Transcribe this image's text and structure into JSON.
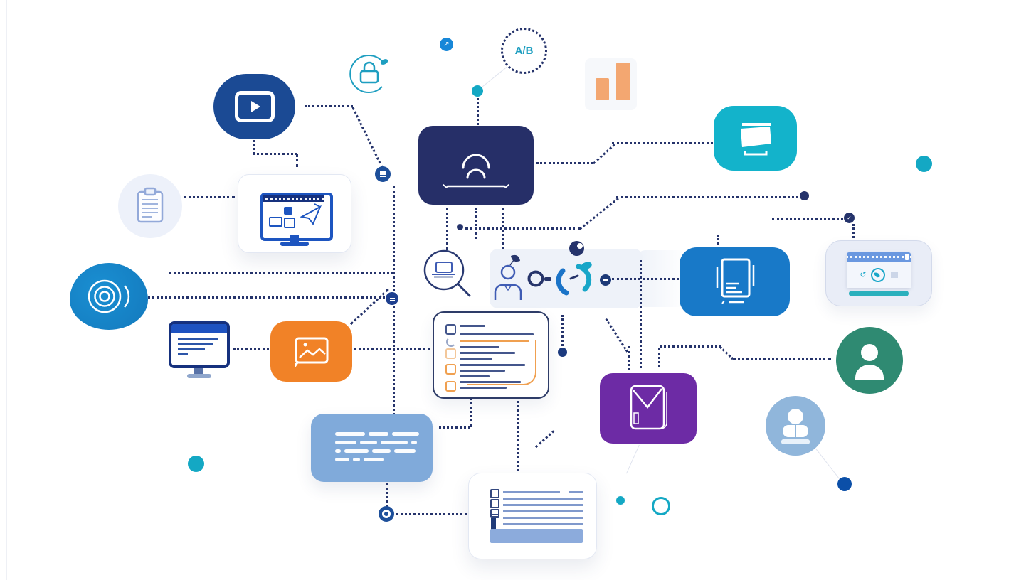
{
  "illustration": {
    "ab_badge_label": "A/B",
    "palette": {
      "line": "#25336b",
      "deep_blue": "#1b4a94",
      "indigo": "#262f68",
      "bright_blue": "#1879c8",
      "monitor_blue": "#1d55c0",
      "monitor_navy": "#16317e",
      "teal": "#13b3cb",
      "cyan": "#14a8c4",
      "lock_teal": "#1e9ec0",
      "orange": "#f18227",
      "bar_orange": "#f3a771",
      "purple": "#6d2ba5",
      "green": "#2f8a72",
      "steel_blue": "#80aada",
      "powder_blue": "#90b6db",
      "lavender": "#e9edf7",
      "band_bg": "#eef2f9",
      "card_border": "#e3e8f3",
      "check_border": "#2e3c68",
      "check_line": "#44568c",
      "check_orange": "#f0a050",
      "clip_icon": "#93a9d9",
      "soft_line": "#dfe3ee",
      "doc_line": "#8099cc",
      "doc_bar": "#8cabdc",
      "dot_blue": "#1787d8",
      "navy_dot": "#0b4fa8"
    },
    "chart_card": {
      "type": "bar",
      "values_rel_height": [
        31,
        53
      ],
      "bar_color": "#f3a771"
    },
    "nodes": [
      {
        "id": "video-play-pill",
        "icon": "play-icon",
        "color": "#1b4a94"
      },
      {
        "id": "security-lock-circle",
        "icon": "lock-icon",
        "color": "#1e9ec0"
      },
      {
        "id": "ab-test-circle",
        "icon": "ab-test-label",
        "label": "A/B"
      },
      {
        "id": "bar-chart-card",
        "icon": "bar-chart-icon",
        "color": "#f3a771"
      },
      {
        "id": "presentation-card",
        "icon": "flipchart-icon",
        "color": "#13b3cb"
      },
      {
        "id": "profile-card",
        "icon": "person-outline-icon",
        "color": "#262f68"
      },
      {
        "id": "clipboard-circle",
        "icon": "clipboard-icon",
        "color": "#edf1fa"
      },
      {
        "id": "desktop-app-card",
        "icon": "monitor-icon",
        "color": "#1d55c0"
      },
      {
        "id": "media-rings-blob",
        "icon": "concentric-rings-icon",
        "color": "#1787cb"
      },
      {
        "id": "browser-monitor",
        "icon": "monitor-icon",
        "color": "#1d55c0"
      },
      {
        "id": "image-card",
        "icon": "photo-icon",
        "color": "#f18227"
      },
      {
        "id": "checklist-card",
        "icon": "checklist-icon",
        "color": "#ffffff"
      },
      {
        "id": "text-block-card",
        "icon": "text-lines-icon",
        "color": "#80aada"
      },
      {
        "id": "mail-card",
        "icon": "envelope-icon",
        "color": "#6d2ba5"
      },
      {
        "id": "avatar-circle",
        "icon": "person-icon",
        "color": "#2f8a72"
      },
      {
        "id": "bust-circle",
        "icon": "bust-icon",
        "color": "#90b6db"
      },
      {
        "id": "document-card",
        "icon": "document-icon",
        "color": "#ffffff"
      },
      {
        "id": "mini-browser-card",
        "icon": "globe-browser-icon",
        "color": "#e9edf7"
      },
      {
        "id": "paper-stack-card",
        "icon": "paper-stack-icon",
        "color": "#1879c8"
      },
      {
        "id": "search-magnifier",
        "icon": "search-laptop-icon"
      },
      {
        "id": "person-leaf",
        "icon": "person-leaf-icon"
      },
      {
        "id": "key-glyph",
        "icon": "key-icon"
      },
      {
        "id": "sync-swirl",
        "icon": "sync-icon"
      }
    ]
  }
}
